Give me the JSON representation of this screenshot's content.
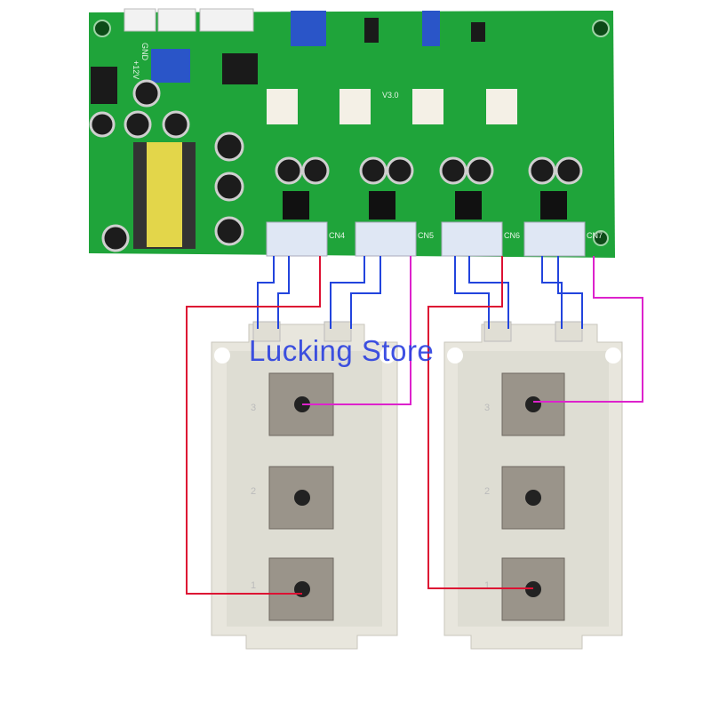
{
  "watermark": "Lucking Store",
  "board": {
    "version": "V3.0",
    "power_labels": [
      "+12V",
      "GND"
    ],
    "connectors": [
      "CN4",
      "CN5",
      "CN6",
      "CN7"
    ],
    "color": "#1fa43a"
  },
  "modules": [
    {
      "terminal_labels": [
        "3",
        "2",
        "1"
      ]
    },
    {
      "terminal_labels": [
        "3",
        "2",
        "1"
      ]
    }
  ],
  "wire_colors": {
    "gate": "#2244dd",
    "collector_left": "#dd1133",
    "collector_right": "#dd22cc"
  }
}
